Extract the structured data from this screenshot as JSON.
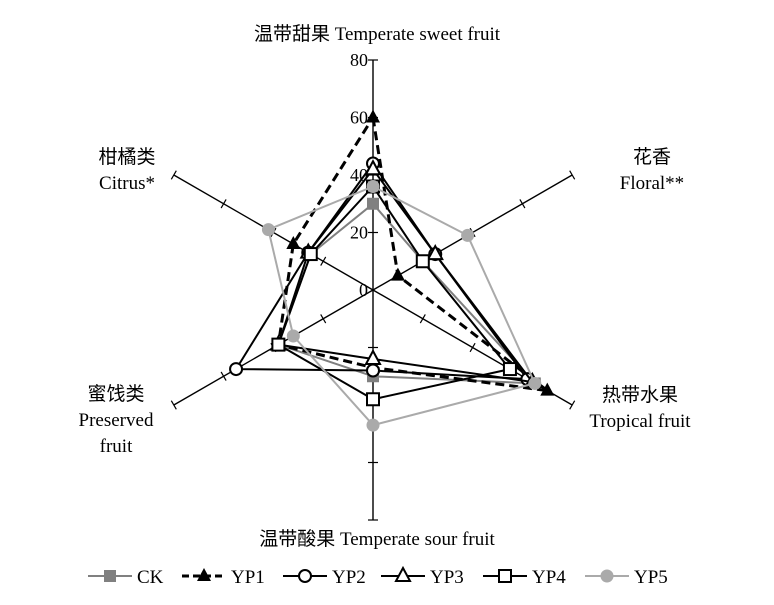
{
  "chart_data": {
    "type": "radar",
    "axes": [
      {
        "lines": [
          "温带甜果 Temperate sweet fruit"
        ]
      },
      {
        "lines": [
          "花香",
          "Floral**"
        ]
      },
      {
        "lines": [
          "热带水果",
          "Tropical fruit"
        ]
      },
      {
        "lines": [
          "温带酸果 Temperate sour fruit"
        ]
      },
      {
        "lines": [
          "蜜饯类",
          "Preserved",
          "fruit"
        ]
      },
      {
        "lines": [
          "柑橘类",
          "Citrus*"
        ]
      }
    ],
    "ticks": [
      "0",
      "20",
      "40",
      "60",
      "80"
    ],
    "tick_values": [
      0,
      20,
      40,
      60,
      80
    ],
    "range": [
      0,
      80
    ],
    "series": [
      {
        "name": "CK",
        "color": "#808080",
        "line": "solid",
        "marker": "square-filled",
        "values": [
          30,
          20,
          65,
          30,
          38,
          25
        ]
      },
      {
        "name": "YP1",
        "color": "#000000",
        "line": "dashed",
        "marker": "triangle-filled",
        "values": [
          60,
          10,
          70,
          27,
          38,
          32
        ]
      },
      {
        "name": "YP2",
        "color": "#000000",
        "line": "solid",
        "marker": "circle-open",
        "values": [
          44,
          25,
          62,
          28,
          55,
          26
        ]
      },
      {
        "name": "YP3",
        "color": "#000000",
        "line": "solid",
        "marker": "triangle-open",
        "values": [
          42,
          25,
          64,
          24,
          38,
          26
        ]
      },
      {
        "name": "YP4",
        "color": "#000000",
        "line": "solid",
        "marker": "square-open",
        "values": [
          36,
          20,
          55,
          38,
          38,
          25
        ]
      },
      {
        "name": "YP5",
        "color": "#aaaaaa",
        "line": "solid",
        "marker": "circle-filled",
        "values": [
          36,
          38,
          65,
          47,
          32,
          42
        ]
      }
    ]
  }
}
